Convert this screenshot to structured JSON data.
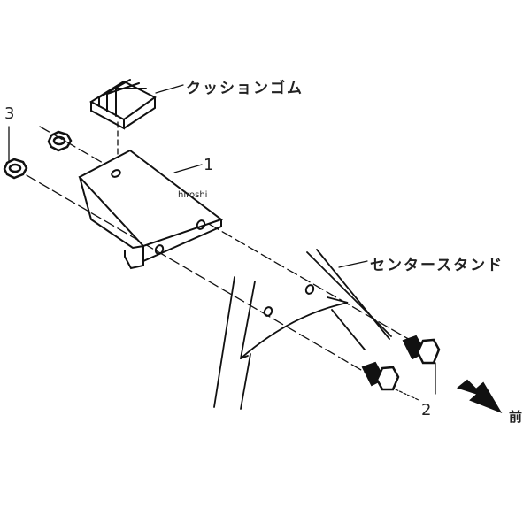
{
  "diagram": {
    "labels": {
      "part1": "1",
      "part2": "2",
      "part3": "3",
      "cushion_rubber": "クッションゴム",
      "center_stand": "センタースタンド",
      "front": "前"
    },
    "watermark": "hiroshi",
    "colors": {
      "line": "#111111",
      "background": "#ffffff"
    }
  }
}
